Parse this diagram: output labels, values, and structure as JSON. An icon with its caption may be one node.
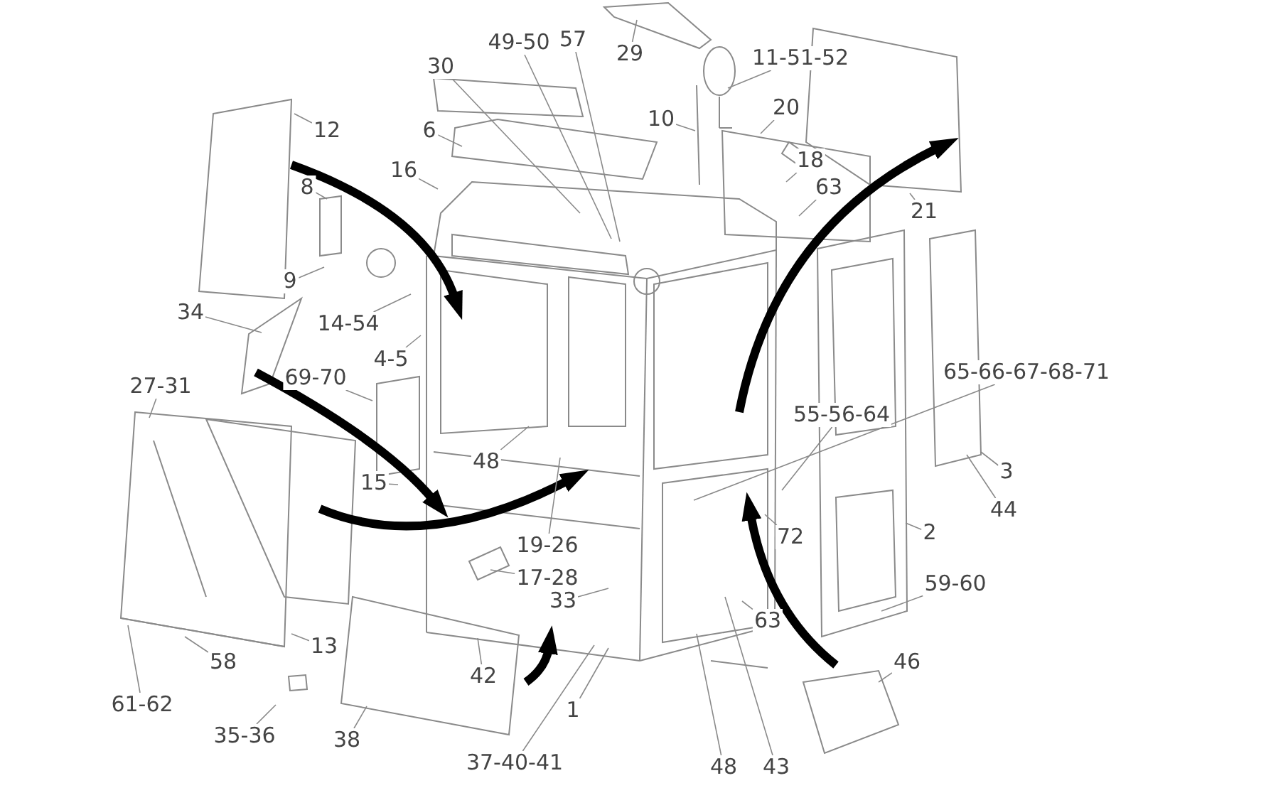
{
  "diagram": {
    "nodes": [
      {
        "text": [
          "49-50"
        ]
      },
      {
        "text": [
          "57"
        ]
      },
      {
        "text": [
          "29"
        ]
      },
      {
        "text": [
          "30"
        ]
      },
      {
        "text": [
          "11-51-52"
        ]
      },
      {
        "text": [
          "10"
        ]
      },
      {
        "text": [
          "20"
        ]
      },
      {
        "text": [
          "6"
        ]
      },
      {
        "text": [
          "12"
        ]
      },
      {
        "text": [
          "18"
        ]
      },
      {
        "text": [
          "16"
        ]
      },
      {
        "text": [
          "63"
        ]
      },
      {
        "text": [
          "21"
        ]
      },
      {
        "text": [
          "8"
        ]
      },
      {
        "text": [
          "9"
        ]
      },
      {
        "text": [
          "34"
        ]
      },
      {
        "text": [
          "14-54"
        ]
      },
      {
        "text": [
          "4-5"
        ]
      },
      {
        "text": [
          "69-70"
        ]
      },
      {
        "text": [
          "65-66-67-68-71"
        ]
      },
      {
        "text": [
          "27-31"
        ]
      },
      {
        "text": [
          "55-56-64"
        ]
      },
      {
        "text": [
          "48"
        ]
      },
      {
        "text": [
          "3"
        ]
      },
      {
        "text": [
          "15"
        ]
      },
      {
        "text": [
          "44"
        ]
      },
      {
        "text": [
          "19-26"
        ]
      },
      {
        "text": [
          "72"
        ]
      },
      {
        "text": [
          "2"
        ]
      },
      {
        "text": [
          "17-28"
        ]
      },
      {
        "text": [
          "59-60"
        ]
      },
      {
        "text": [
          "33"
        ]
      },
      {
        "text": [
          "63"
        ]
      },
      {
        "text": [
          "13"
        ]
      },
      {
        "text": [
          "42"
        ]
      },
      {
        "text": [
          "46"
        ]
      },
      {
        "text": [
          "58"
        ]
      },
      {
        "text": [
          "61-62"
        ]
      },
      {
        "text": [
          "1"
        ]
      },
      {
        "text": [
          "35-36"
        ]
      },
      {
        "text": [
          "38"
        ]
      },
      {
        "text": [
          "37-40-41"
        ]
      },
      {
        "text": [
          "48"
        ]
      },
      {
        "text": [
          "43"
        ]
      }
    ],
    "edges": [
      {
        "from": 0,
        "to": null,
        "arrow": "none"
      },
      {
        "from": 1,
        "to": null,
        "arrow": "none"
      },
      {
        "from": 2,
        "to": null,
        "arrow": "none"
      },
      {
        "from": 3,
        "to": null,
        "arrow": "none"
      },
      {
        "from": 4,
        "to": null,
        "arrow": "none"
      },
      {
        "from": 5,
        "to": null,
        "arrow": "none"
      },
      {
        "from": 6,
        "to": null,
        "arrow": "none"
      },
      {
        "from": 7,
        "to": null,
        "arrow": "none"
      },
      {
        "from": 8,
        "to": null,
        "arrow": "none"
      },
      {
        "from": 9,
        "to": null,
        "arrow": "none"
      },
      {
        "from": 10,
        "to": null,
        "arrow": "none"
      },
      {
        "from": 11,
        "to": null,
        "arrow": "none"
      },
      {
        "from": 12,
        "to": null,
        "arrow": "none"
      },
      {
        "from": 13,
        "to": null,
        "arrow": "none"
      },
      {
        "from": 14,
        "to": null,
        "arrow": "none"
      },
      {
        "from": 15,
        "to": null,
        "arrow": "none"
      },
      {
        "from": 16,
        "to": null,
        "arrow": "none"
      },
      {
        "from": 17,
        "to": null,
        "arrow": "none"
      },
      {
        "from": 18,
        "to": null,
        "arrow": "none"
      },
      {
        "from": 19,
        "to": null,
        "arrow": "none"
      },
      {
        "from": 20,
        "to": null,
        "arrow": "none"
      },
      {
        "from": 21,
        "to": null,
        "arrow": "none"
      },
      {
        "from": 22,
        "to": null,
        "arrow": "none"
      },
      {
        "from": 23,
        "to": null,
        "arrow": "none"
      },
      {
        "from": 24,
        "to": null,
        "arrow": "none"
      },
      {
        "from": 25,
        "to": null,
        "arrow": "none"
      },
      {
        "from": 26,
        "to": null,
        "arrow": "none"
      },
      {
        "from": 27,
        "to": null,
        "arrow": "none"
      },
      {
        "from": 28,
        "to": null,
        "arrow": "none"
      },
      {
        "from": 29,
        "to": null,
        "arrow": "none"
      },
      {
        "from": 30,
        "to": null,
        "arrow": "none"
      },
      {
        "from": 31,
        "to": null,
        "arrow": "none"
      },
      {
        "from": 32,
        "to": null,
        "arrow": "none"
      },
      {
        "from": 33,
        "to": null,
        "arrow": "none"
      },
      {
        "from": 34,
        "to": null,
        "arrow": "none"
      },
      {
        "from": 35,
        "to": null,
        "arrow": "none"
      },
      {
        "from": 36,
        "to": null,
        "arrow": "none"
      },
      {
        "from": 37,
        "to": null,
        "arrow": "none"
      },
      {
        "from": 38,
        "to": null,
        "arrow": "none"
      },
      {
        "from": 39,
        "to": null,
        "arrow": "none"
      },
      {
        "from": 40,
        "to": null,
        "arrow": "none"
      },
      {
        "from": 41,
        "to": null,
        "arrow": "none"
      },
      {
        "from": 42,
        "to": null,
        "arrow": "none"
      },
      {
        "from": 43,
        "to": null,
        "arrow": "none"
      }
    ]
  }
}
